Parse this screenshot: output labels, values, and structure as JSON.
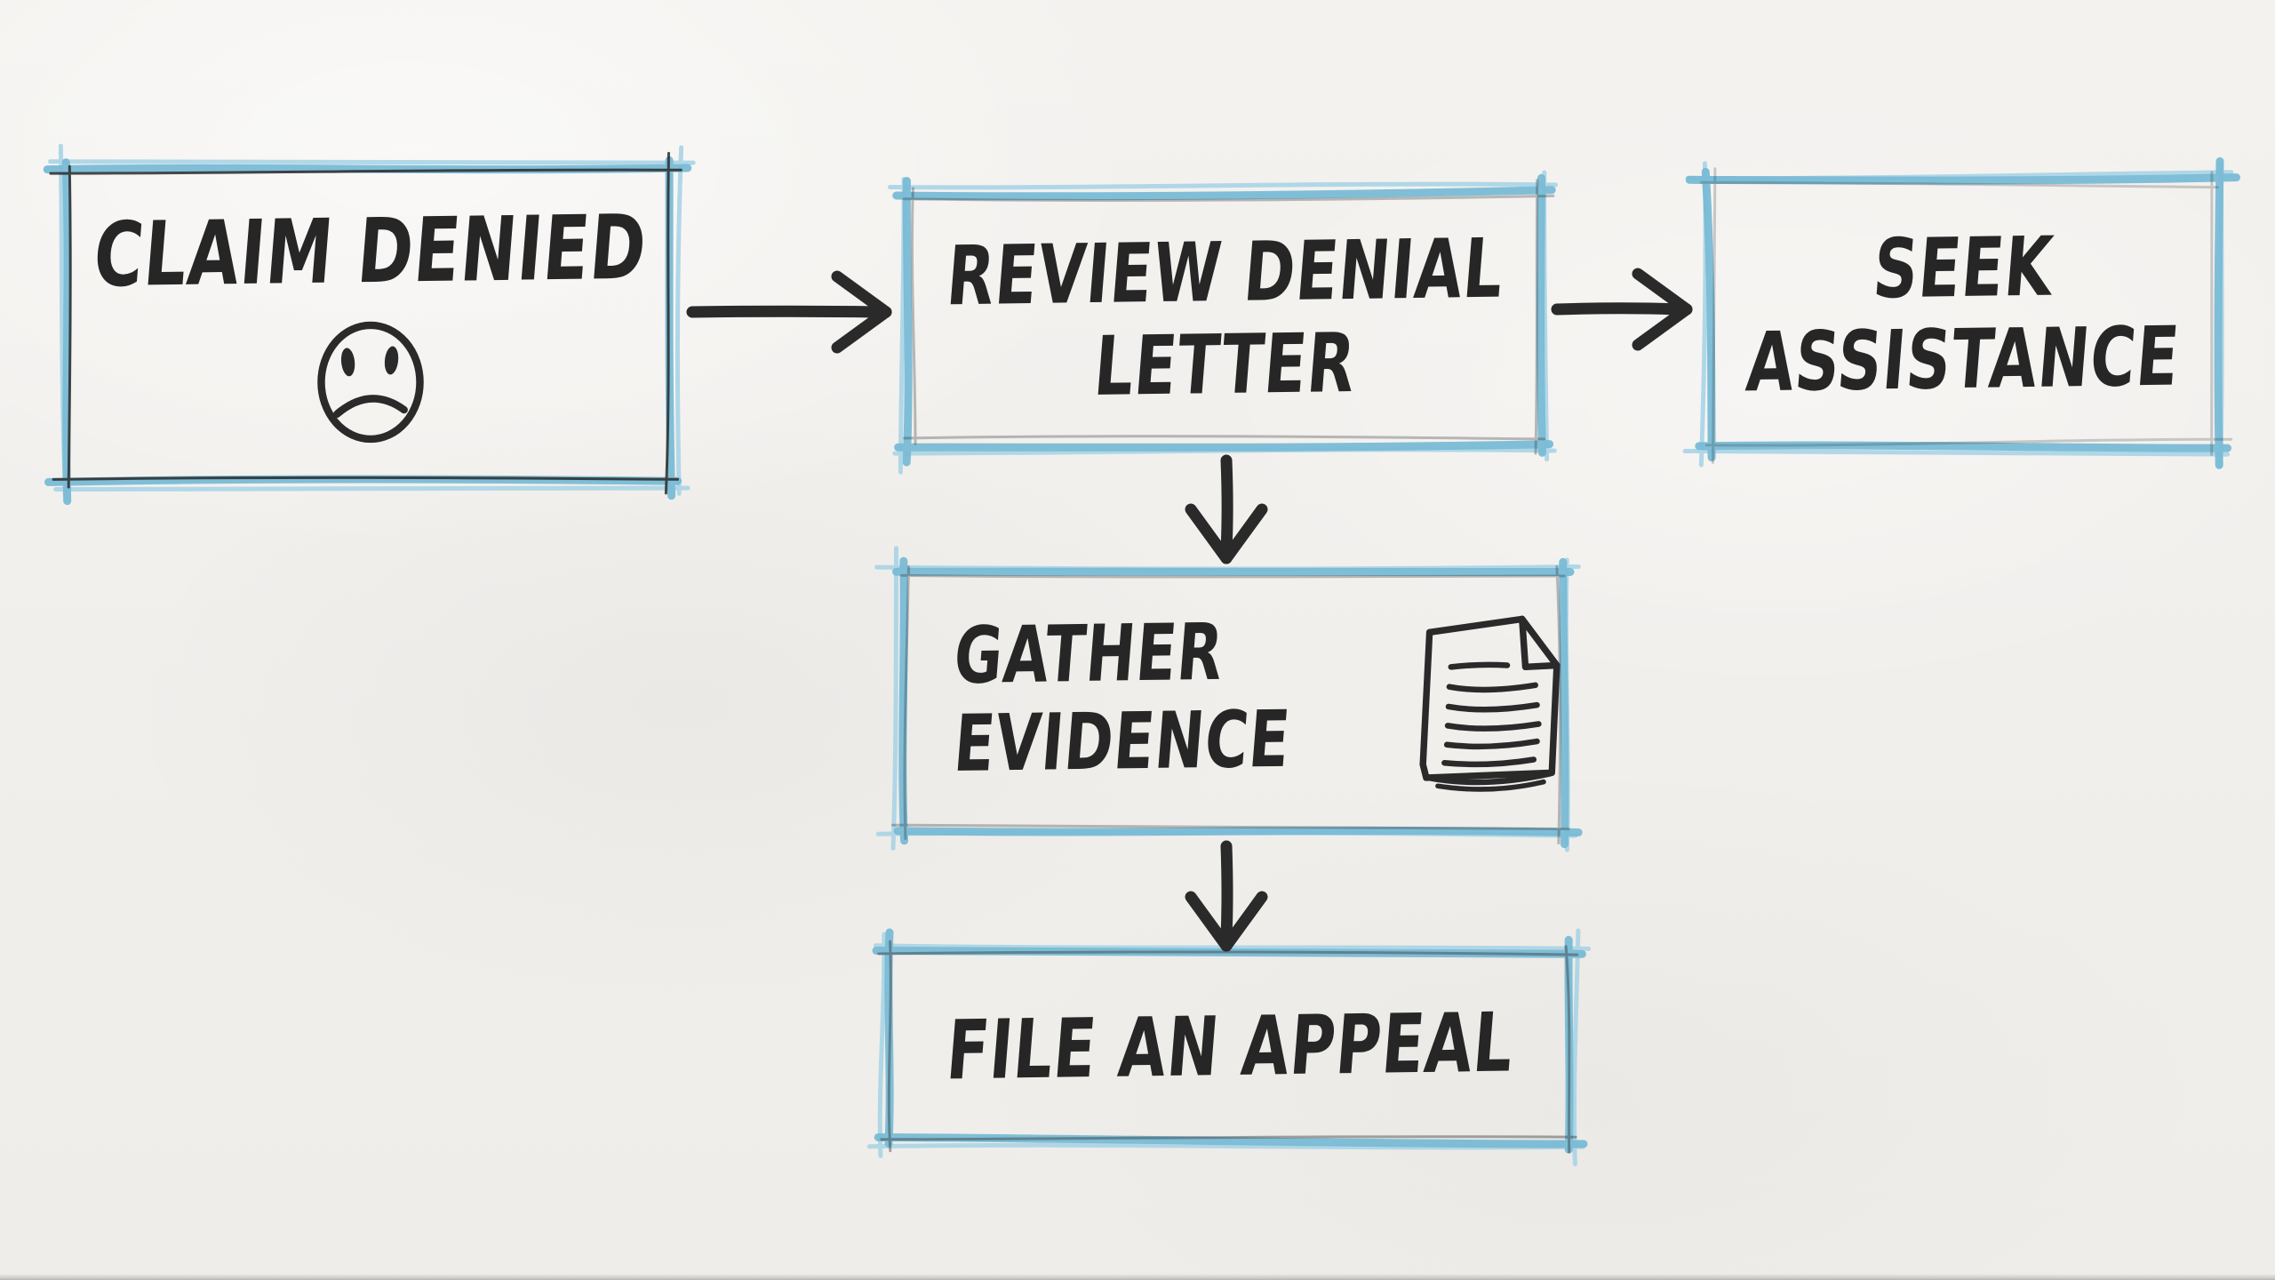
{
  "palette": {
    "paper": "#f2f0ed",
    "ink": "#2a2a2a",
    "marker_blue": "#79bad5",
    "marker_blue_light": "#a9d4e5"
  },
  "nodes": [
    {
      "id": "claim-denied",
      "lines": [
        "CLAIM DENIED"
      ],
      "icon": "sad-face-icon"
    },
    {
      "id": "review-denial-letter",
      "lines": [
        "REVIEW DENIAL",
        "LETTER"
      ],
      "icon": null
    },
    {
      "id": "seek-assistance",
      "lines": [
        "SEEK",
        "ASSISTANCE"
      ],
      "icon": null
    },
    {
      "id": "gather-evidence",
      "lines": [
        "GATHER",
        "EVIDENCE"
      ],
      "icon": "document-icon"
    },
    {
      "id": "file-an-appeal",
      "lines": [
        "FILE AN APPEAL"
      ],
      "icon": null
    }
  ],
  "edges": [
    {
      "from": "claim-denied",
      "to": "review-denial-letter",
      "direction": "right"
    },
    {
      "from": "review-denial-letter",
      "to": "seek-assistance",
      "direction": "right"
    },
    {
      "from": "review-denial-letter",
      "to": "gather-evidence",
      "direction": "down"
    },
    {
      "from": "gather-evidence",
      "to": "file-an-appeal",
      "direction": "down"
    }
  ]
}
